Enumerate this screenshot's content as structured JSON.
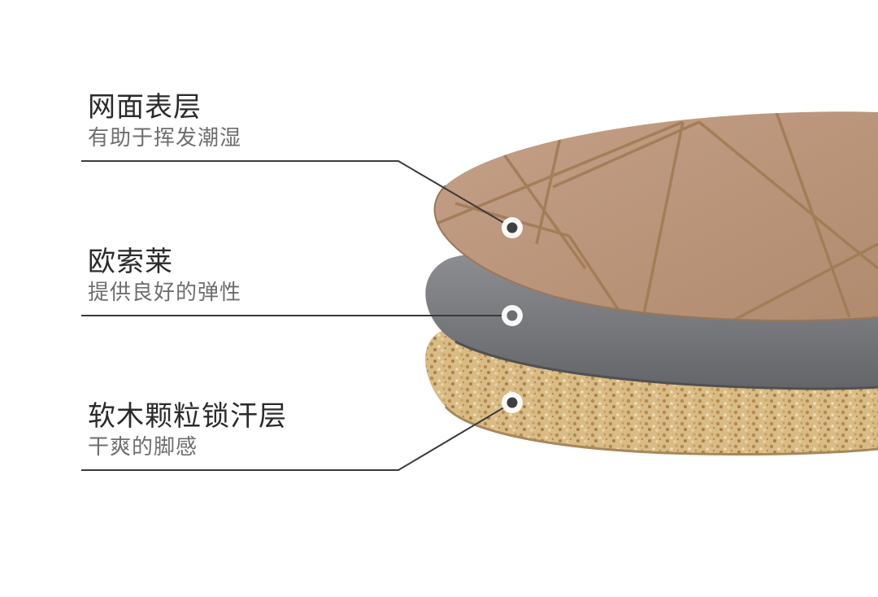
{
  "layers": [
    {
      "title": "网面表层",
      "subtitle": "有助于挥发潮湿"
    },
    {
      "title": "欧索莱",
      "subtitle": "提供良好的弹性"
    },
    {
      "title": "软木颗粒锁汗层",
      "subtitle": "干爽的脚感"
    }
  ],
  "colors": {
    "mesh_top": "#b89479",
    "mesh_line": "#a27b55",
    "ortholite": "#76787b",
    "cork": "#d7b77f",
    "leader_line": "#3a3a3a",
    "marker": "#ffffff"
  }
}
